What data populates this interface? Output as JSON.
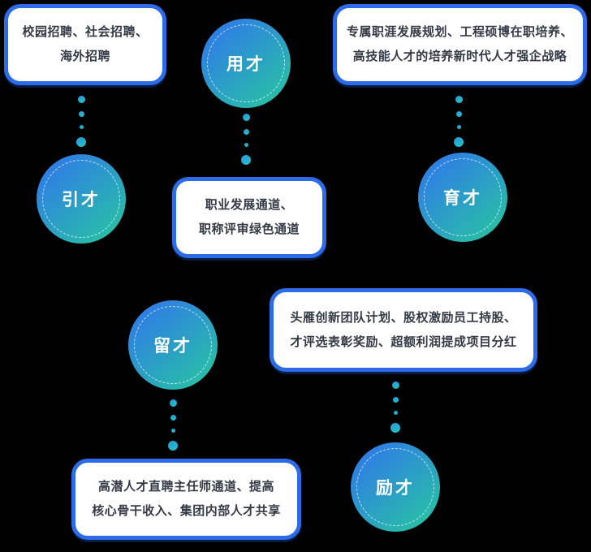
{
  "background_color": "#000000",
  "theme": {
    "card_border_color": "#2d6ce9",
    "card_background": "#ffffff",
    "card_text_color": "#333a45",
    "circle_gradient_start": "#2f7ce6",
    "circle_gradient_end": "#27c2a4",
    "circle_text_color": "#ffffff",
    "dot_gradient_start": "#2a9ada",
    "dot_gradient_end": "#20c2c4"
  },
  "nodes": [
    {
      "id": "yongcai",
      "label": "用才"
    },
    {
      "id": "yincai",
      "label": "引才"
    },
    {
      "id": "yucai",
      "label": "育才"
    },
    {
      "id": "liucai",
      "label": "留才"
    },
    {
      "id": "licai",
      "label": "励才"
    }
  ],
  "cards": [
    {
      "id": "recruitment",
      "line1": "校园招聘、社会招聘、",
      "line2": "海外招聘"
    },
    {
      "id": "development",
      "line1": "专属职涯发展规划、工程硕博在职培养、",
      "line2": "高技能人才的培养新时代人才强企战略"
    },
    {
      "id": "career",
      "line1": "职业发展通道、",
      "line2": "职称评审绿色通道"
    },
    {
      "id": "incentive",
      "line1": "头雁创新团队计划、股权激励员工持股、",
      "line2": "才评选表彰奖励、超额利润提成项目分红"
    },
    {
      "id": "retention",
      "line1": "高潜人才直聘主任师通道、提高",
      "line2": "核心骨干收入、集团内部人才共享"
    }
  ]
}
